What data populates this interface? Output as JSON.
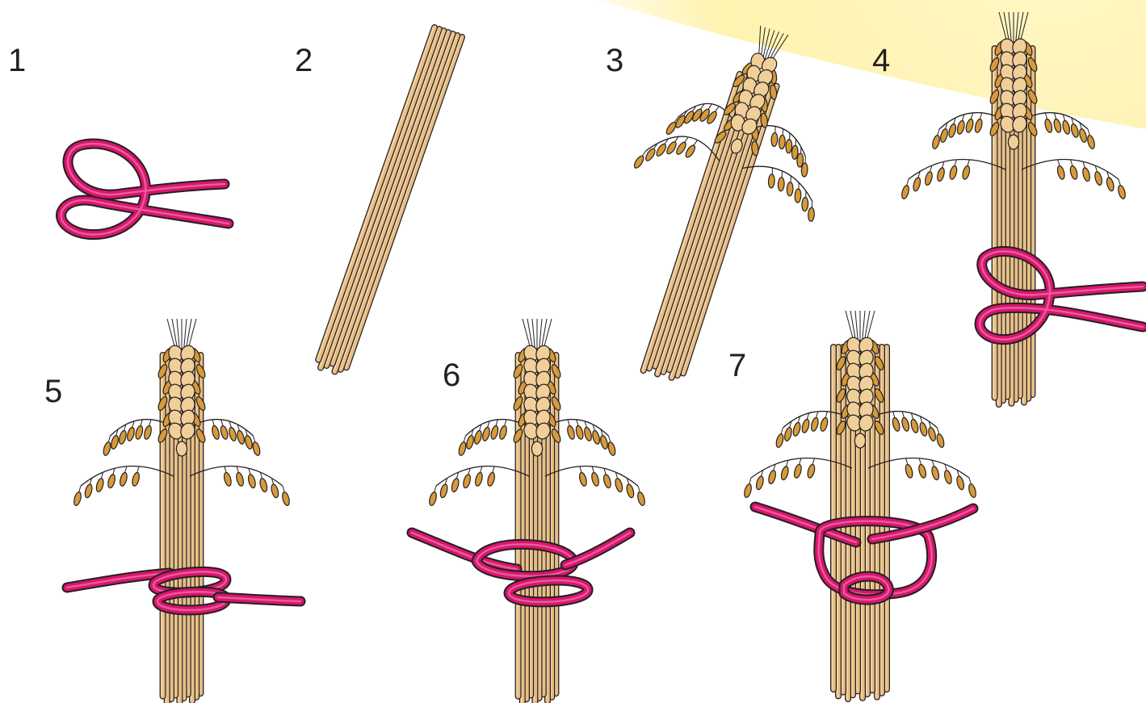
{
  "steps": [
    {
      "number": "1",
      "name": "loop"
    },
    {
      "number": "2",
      "name": "straws"
    },
    {
      "number": "3",
      "name": "grain-added"
    },
    {
      "number": "4",
      "name": "loop-placed"
    },
    {
      "number": "5",
      "name": "wrapped"
    },
    {
      "number": "6",
      "name": "ends-crossed"
    },
    {
      "number": "7",
      "name": "knot-tied"
    }
  ],
  "colors": {
    "background": "#ffffff",
    "glow": "#fff3b0",
    "straw": "#e7bd84",
    "straw_dark": "#c08d50",
    "grain": "#d79a3a",
    "wheat": "#f0cf98",
    "cord": "#d6176e",
    "cord_light": "#f06aa6",
    "outline": "#231f20"
  }
}
